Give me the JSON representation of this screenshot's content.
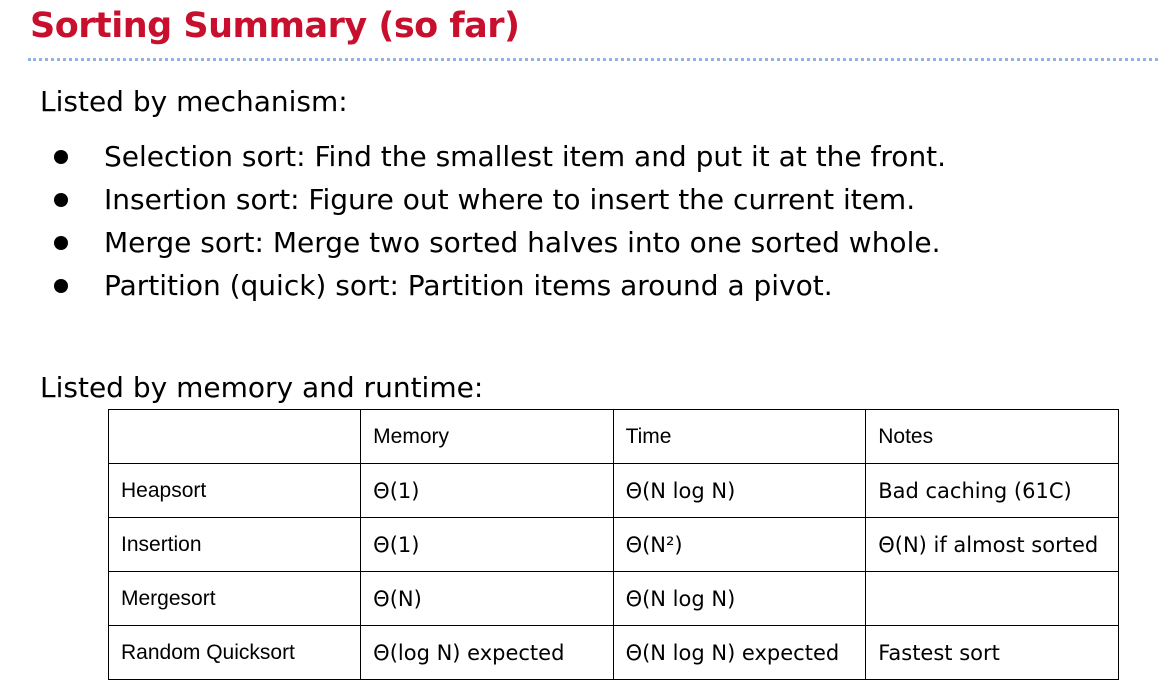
{
  "title": "Sorting Summary (so far)",
  "mechanism_heading": "Listed by mechanism:",
  "mechanisms": [
    "Selection sort: Find the smallest item and put it at the front.",
    "Insertion sort: Figure out where to insert the current item.",
    "Merge sort: Merge two sorted halves into one sorted whole.",
    "Partition (quick) sort: Partition items around a pivot."
  ],
  "runtime_heading": "Listed by memory and runtime:",
  "table": {
    "headers": [
      "",
      "Memory",
      "Time",
      "Notes"
    ],
    "rows": [
      [
        "Heapsort",
        "Θ(1)",
        "Θ(N log N)",
        "Bad caching (61C)"
      ],
      [
        "Insertion",
        "Θ(1)",
        "Θ(N²)",
        "Θ(N) if almost sorted"
      ],
      [
        "Mergesort",
        "Θ(N)",
        "Θ(N log N)",
        ""
      ],
      [
        "Random Quicksort",
        "Θ(log N) expected",
        "Θ(N log N) expected",
        "Fastest sort"
      ]
    ]
  },
  "colors": {
    "title": "#c8102e",
    "rule": "#8fb4e3"
  }
}
